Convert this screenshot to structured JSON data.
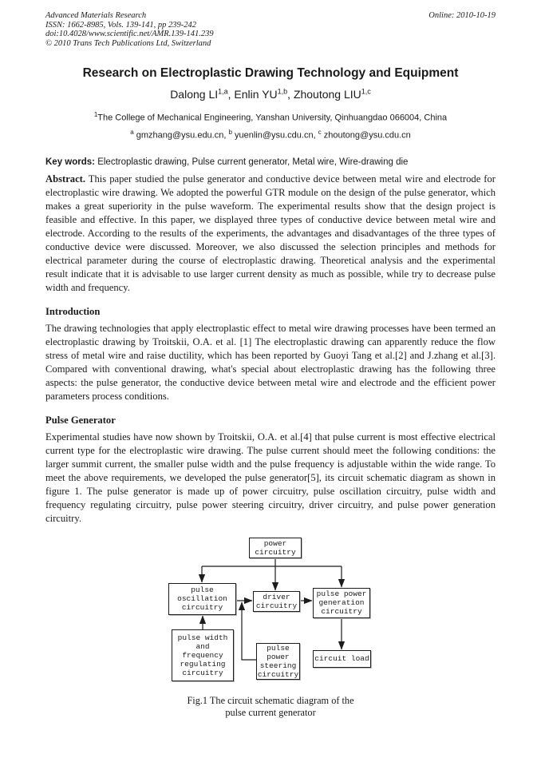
{
  "header": {
    "journal": "Advanced Materials Research",
    "issn_line": "ISSN: 1662-8985, Vols. 139-141, pp 239-242",
    "doi_line": "doi:10.4028/www.scientific.net/AMR.139-141.239",
    "copyright_line": "© 2010 Trans Tech Publications Ltd, Switzerland",
    "online_date": "Online: 2010-10-19"
  },
  "title": "Research on Electroplastic Drawing Technology and Equipment",
  "authors": [
    {
      "name": "Dalong LI",
      "sup": "1,a",
      "sep": ", "
    },
    {
      "name": "Enlin YU",
      "sup": "1,b",
      "sep": ", "
    },
    {
      "name": "Zhoutong LIU",
      "sup": "1,c",
      "sep": ""
    }
  ],
  "affiliation": {
    "sup": "1",
    "text": "The College of Mechanical Engineering, Yanshan University, Qinhuangdao 066004, China"
  },
  "emails": [
    {
      "sup": "a",
      "text": " gmzhang@ysu.edu.cn, "
    },
    {
      "sup": "b",
      "text": " yuenlin@ysu.cdu.cn, "
    },
    {
      "sup": "c",
      "text": " zhoutong@ysu.cdu.cn"
    }
  ],
  "keywords": {
    "label": "Key words:",
    "text": " Electroplastic drawing, Pulse current generator, Metal wire, Wire-drawing die"
  },
  "abstract": {
    "label": "Abstract.",
    "text": " This paper studied the pulse generator and conductive device between metal wire and electrode for electroplastic wire drawing. We adopted the powerful GTR module on the design of the pulse generator, which makes a great superiority in the pulse waveform. The experimental results show that the design project is feasible and effective. In this paper, we displayed three types of conductive device between metal wire and electrode. According to the results of the experiments, the advantages and disadvantages of the three types of conductive device were discussed. Moreover, we also discussed the selection principles and methods for electrical parameter during the course of electroplastic drawing. Theoretical analysis and the experimental result indicate that it is advisable to use larger current density as much as possible, while try to decrease pulse width and frequency."
  },
  "sections": [
    {
      "heading": "Introduction",
      "paragraph": "The drawing technologies that apply electroplastic effect to metal wire drawing processes have been termed an electroplastic drawing by Troitskii, O.A. et al. [1] The electroplastic drawing can apparently reduce the flow stress of metal wire and raise ductility, which has been reported by Guoyi Tang et al.[2] and J.zhang et al.[3]. Compared with conventional drawing, what's special about electroplastic drawing has the following three aspects: the pulse generator, the conductive device between metal wire and electrode and the efficient power parameters process conditions."
    },
    {
      "heading": "Pulse Generator",
      "paragraph": "Experimental studies have now shown by Troitskii, O.A. et al.[4] that pulse current is most effective electrical current type for the electroplastic wire drawing. The pulse current should meet the following conditions: the larger summit current, the smaller pulse width and the pulse frequency is adjustable within the wide range. To meet the above requirements, we developed the pulse generator[5], its circuit schematic diagram as shown in figure 1. The pulse generator is made up of power circuitry, pulse oscillation circuitry, pulse width and frequency regulating circuitry, pulse power steering circuitry, driver circuitry, and pulse power generation circuitry."
    }
  ],
  "figure": {
    "boxes": {
      "power": "power\ncircuitry",
      "oscillation": "pulse\noscillation\ncircuitry",
      "driver": "driver\ncircuitry",
      "generation": "pulse power\ngeneration\ncircuitry",
      "width_freq": "pulse width\nand\nfrequency\nregulating\ncircuitry",
      "steering": "pulse\npower\nsteering\ncircuitry",
      "load": "circuit load"
    },
    "caption_line1": "Fig.1  The circuit schematic diagram of the",
    "caption_line2": "pulse current generator"
  }
}
